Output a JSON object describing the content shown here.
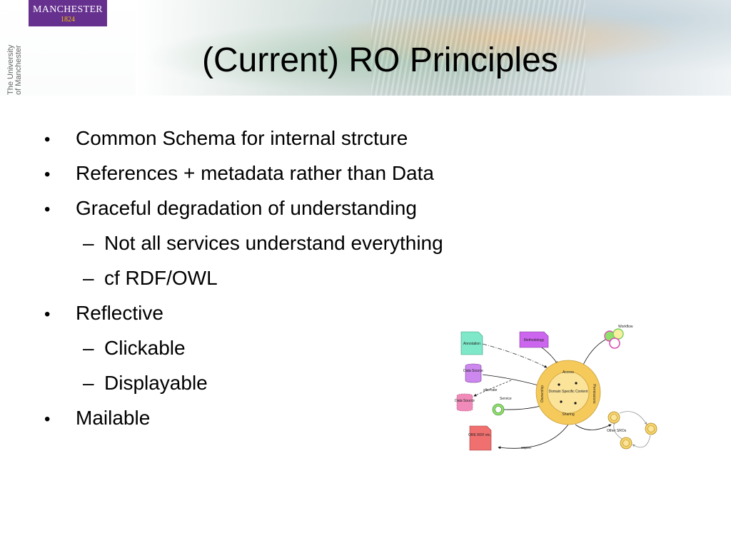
{
  "header": {
    "logo_text": "MANCHESTER",
    "logo_year": "1824",
    "vertical_line1": "The University",
    "vertical_line2": "of Manchester"
  },
  "title": "(Current) RO Principles",
  "bullets": [
    {
      "level": 1,
      "text": "Common Schema for internal strcture"
    },
    {
      "level": 1,
      "text": "References + metadata rather than Data"
    },
    {
      "level": 1,
      "text": "Graceful degradation of understanding"
    },
    {
      "level": 2,
      "text": "Not all services understand everything"
    },
    {
      "level": 2,
      "text": "cf RDF/OWL"
    },
    {
      "level": 1,
      "text": "Reflective"
    },
    {
      "level": 2,
      "text": "Clickable"
    },
    {
      "level": 2,
      "text": "Displayable"
    },
    {
      "level": 1,
      "text": "Mailable"
    }
  ],
  "diagram": {
    "annotation": "Annotation",
    "methodology": "Methodology",
    "workflow": "Workflow",
    "data_source_1": "Data Source",
    "alternate": "alternate",
    "data_source_2": "Data Source",
    "service": "Service",
    "ore": "ORE RDF etc.",
    "export": "export",
    "access": "Access",
    "ownership": "Ownership",
    "permissions": "Permissions",
    "sharing": "Sharing",
    "center": "Domain Specific Content",
    "other_sros": "Other SROs"
  },
  "colors": {
    "logo_bg": "#66308f",
    "ring": "#f5c95a",
    "center": "#fbe39a",
    "annotation": "#7ee8c8",
    "methodology": "#cc66ee",
    "data_source": "#cc88ee",
    "data_source_pink": "#f08ab8",
    "ore": "#f07070",
    "service": "#8ee06a"
  }
}
